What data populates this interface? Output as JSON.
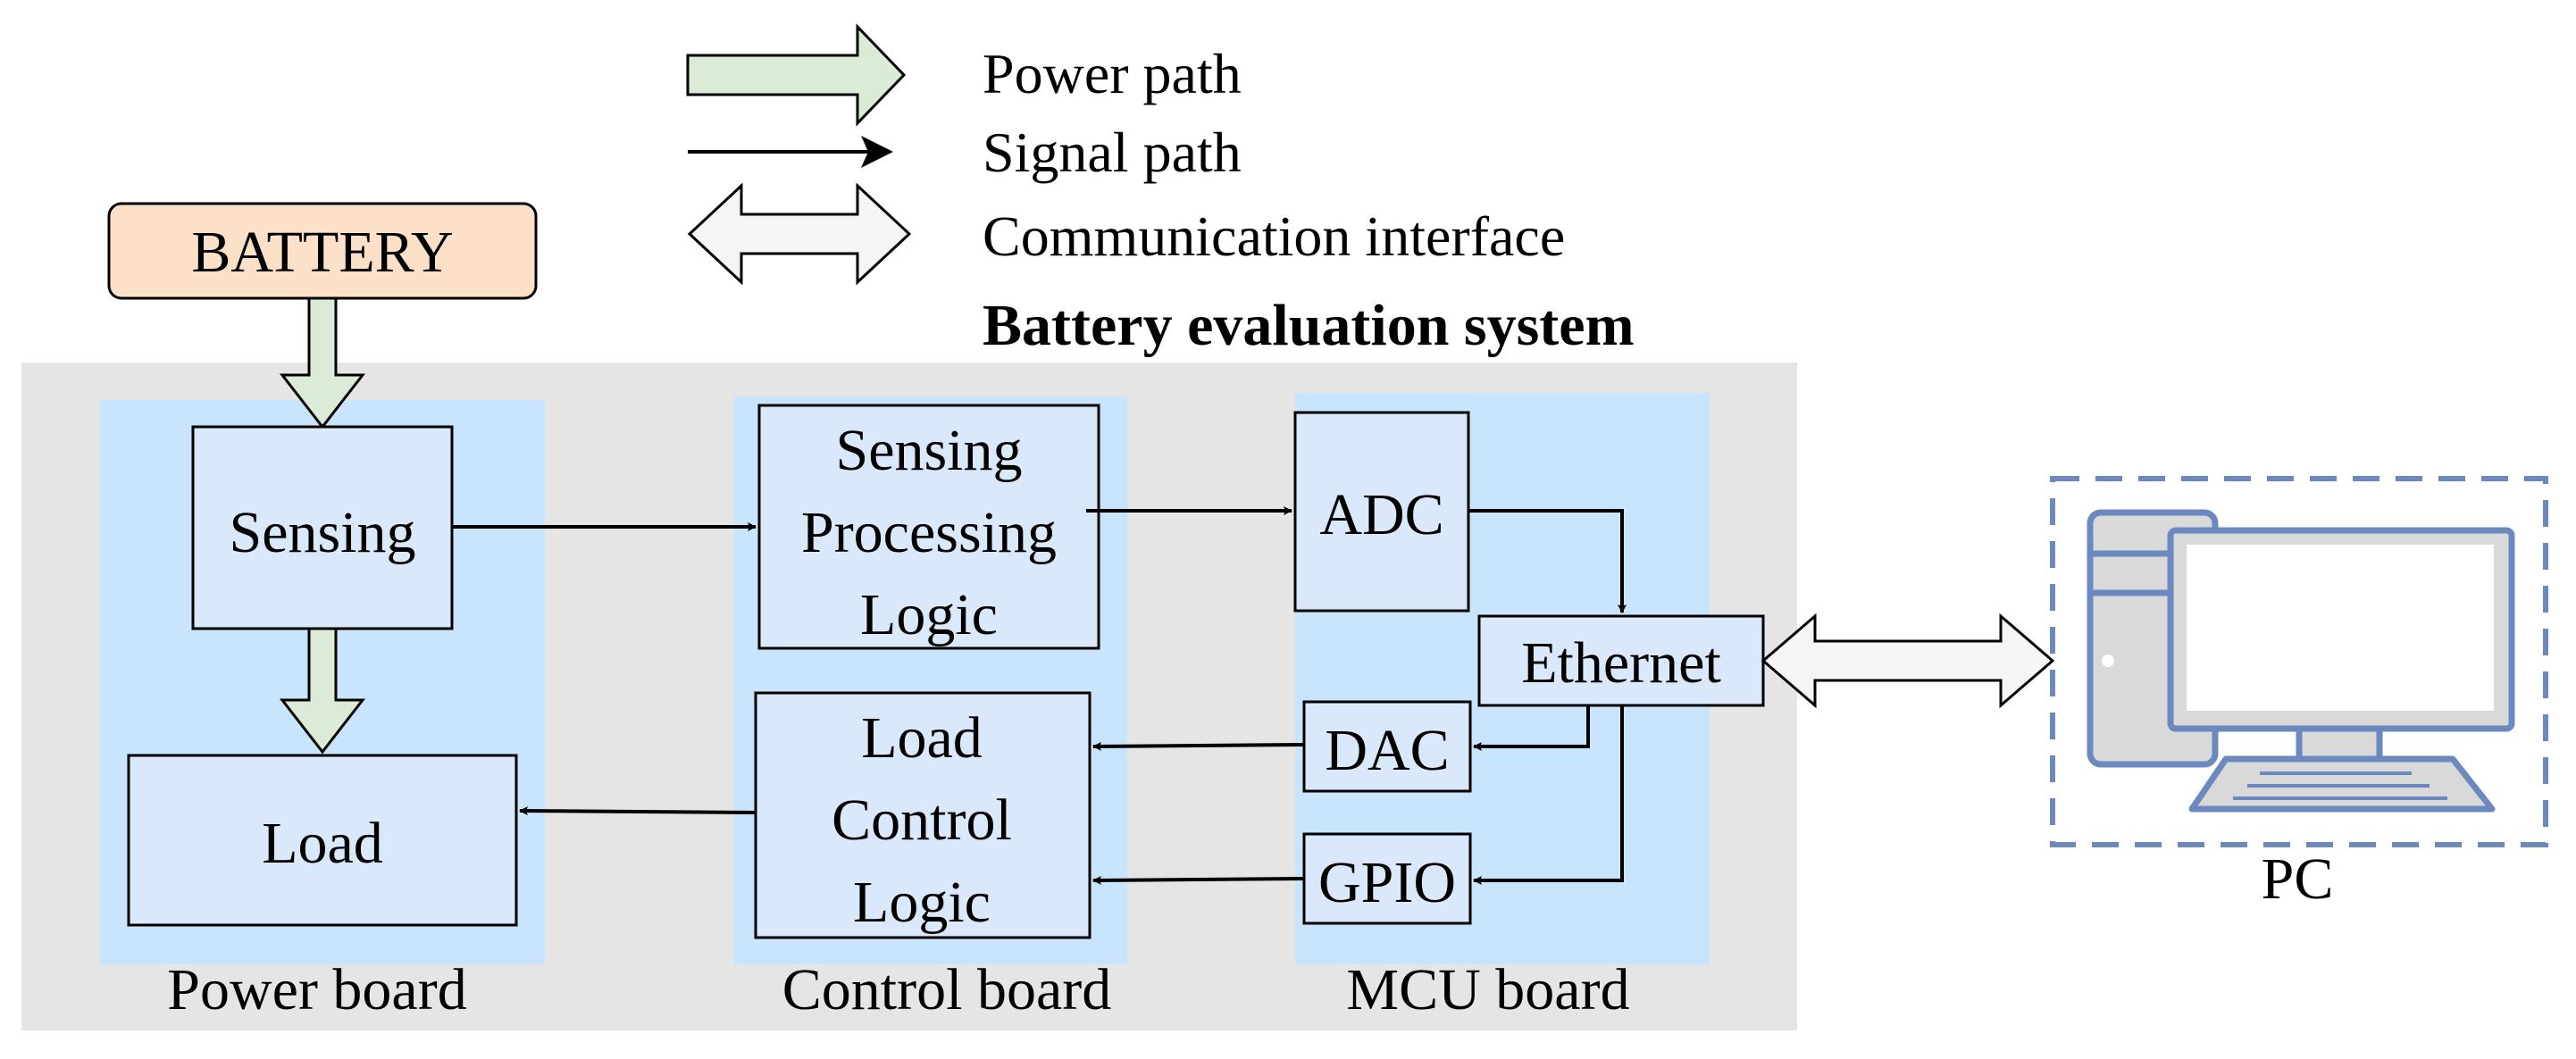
{
  "legend": {
    "power_path": "Power path",
    "signal_path": "Signal path",
    "communication_interface": "Communication interface"
  },
  "system_title": "Battery evaluation system",
  "battery": "BATTERY",
  "boards": {
    "power": {
      "label": "Power board",
      "sensing": "Sensing",
      "load": "Load"
    },
    "control": {
      "label": "Control board",
      "sensing_logic": [
        "Sensing",
        "Processing",
        "Logic"
      ],
      "load_logic": [
        "Load",
        "Control",
        "Logic"
      ]
    },
    "mcu": {
      "label": "MCU board",
      "adc": "ADC",
      "ethernet": "Ethernet",
      "dac": "DAC",
      "gpio": "GPIO"
    }
  },
  "pc": "PC",
  "colors": {
    "power_arrow_fill": "#dcebd8",
    "battery_fill": "#fde0c8",
    "system_bg": "#e5e5e5",
    "board_bg": "#c9e4fd",
    "block_fill": "#dae8fb",
    "pc_stroke": "#6c89bf",
    "pc_fill": "#d9d9d9"
  }
}
